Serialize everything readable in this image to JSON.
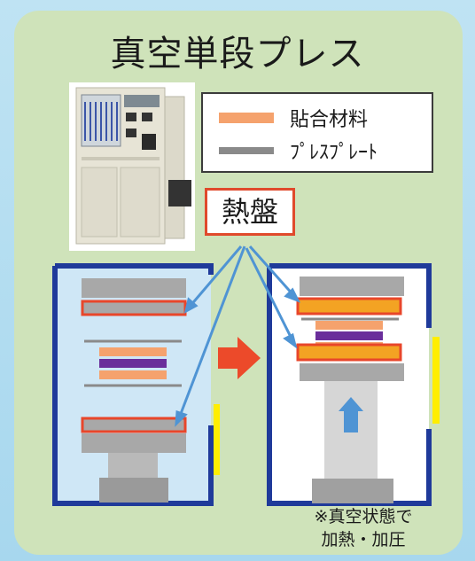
{
  "title": "真空単段プレス",
  "legend": {
    "bonding_material": "貼合材料",
    "press_plate": "ﾌﾟﾚｽﾌﾟﾚｰﾄ"
  },
  "heat_plate_label": "熱盤",
  "note": {
    "line1": "※真空状態で",
    "line2": "加熱・加圧"
  },
  "colors": {
    "panel": "#cfe3ba",
    "frame": "#1f3a9a",
    "heater_border": "#e8462a",
    "material_orange": "#f5a26d",
    "material_purple": "#6a2e9b",
    "plate_gray": "#a8a8a8",
    "arrow_blue": "#4f94d4",
    "process_arrow": "#ec4a2a",
    "door": "#ffee00"
  }
}
